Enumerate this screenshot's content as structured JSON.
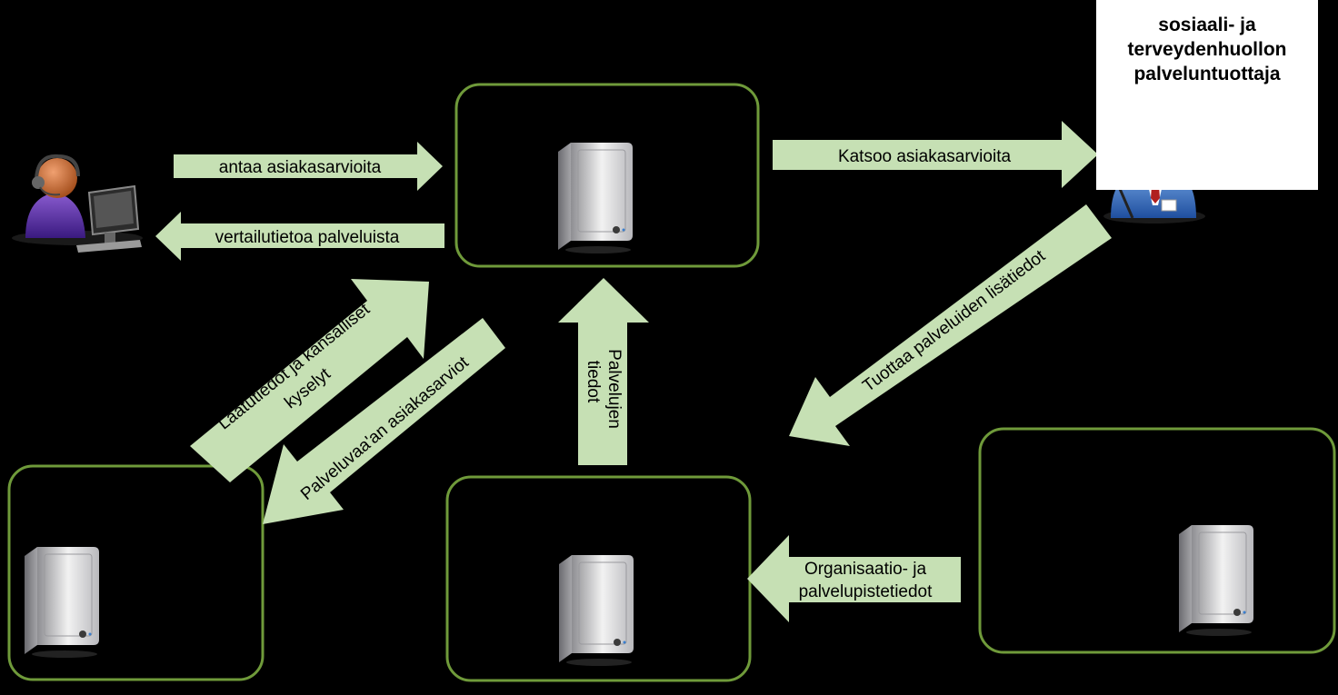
{
  "provider_role": "sosiaali- ja\nterveydenhuollon\npalveluntuottaja",
  "arrows": {
    "gives_ratings": "antaa asiakasarvioita",
    "comparison_info": "vertailutietoa palveluista",
    "views_ratings": "Katsoo asiakasarvioita",
    "produces_details": "Tuottaa palveluiden  lisätiedot",
    "quality_surveys_1": "Laatutiedot ja kansalliset",
    "quality_surveys_2": "kyselyt",
    "palveluvaaka_ratings": "Palveluvaa'an asiakasarviot",
    "service_info_1": "Palvelujen",
    "service_info_2": "tiedot",
    "org_info_1": "Organisaatio- ja",
    "org_info_2": "palvelupistetiedot"
  },
  "colors": {
    "arrow_fill": "#c6e0b4",
    "box_stroke": "#6f9a3a",
    "background": "#000000"
  }
}
